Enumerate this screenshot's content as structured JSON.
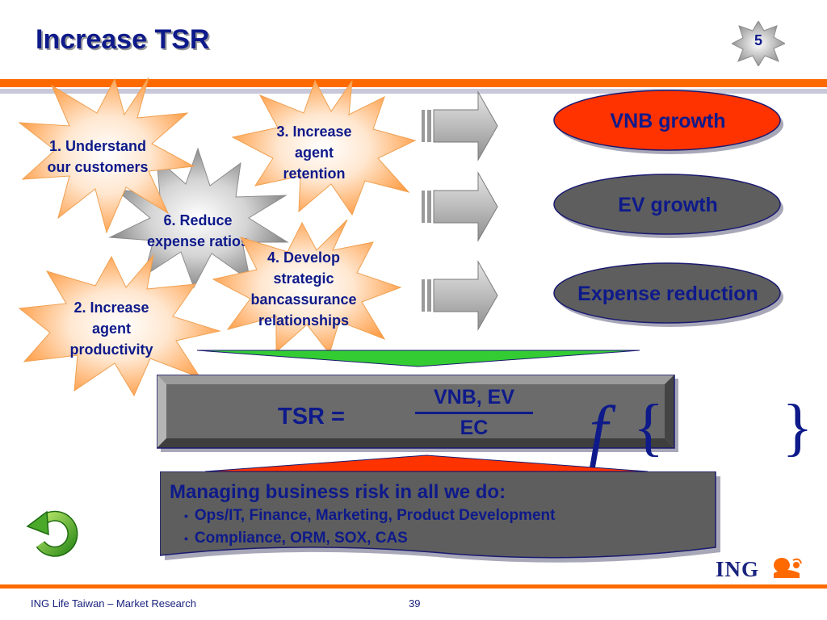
{
  "slide": {
    "title": "Increase TSR",
    "badge_number": "5"
  },
  "bursts": [
    {
      "label": "1. Understand\nour customers"
    },
    {
      "label": "3. Increase\nagent\nretention"
    },
    {
      "label": "6. Reduce\nexpense ratios"
    },
    {
      "label": "4. Develop\nstrategic\nbancassurance\nrelationships"
    },
    {
      "label": "2. Increase\nagent\nproductivity"
    }
  ],
  "outcomes": [
    {
      "label": "VNB growth",
      "fill": "#ff3300",
      "text_color": "#0e1a8a"
    },
    {
      "label": "EV growth",
      "fill": "#5e5e5e",
      "text_color": "#0e1a8a"
    },
    {
      "label": "Expense reduction",
      "fill": "#5e5e5e",
      "text_color": "#0e1a8a"
    }
  ],
  "formula": {
    "lhs": "TSR =",
    "function_symbol": "f",
    "numerator": "VNB, EV",
    "denominator": "EC"
  },
  "risk": {
    "title": "Managing business risk in all we do:",
    "items": [
      "Ops/IT, Finance, Marketing, Product Development",
      "Compliance, ORM, SOX, CAS"
    ]
  },
  "footer": {
    "left_text": "ING Life Taiwan – Market Research",
    "page_number": "39",
    "logo_text": "ING"
  },
  "colors": {
    "title": "#0e1a8a",
    "accent_orange": "#ff6a00",
    "green_triangle": "#33cc33",
    "red_triangle": "#ff3300",
    "box_gray": "#5e5e5e"
  },
  "icons": {
    "back_button": "green-circular-back-arrow-icon",
    "logo": "ing-lion-logo"
  }
}
